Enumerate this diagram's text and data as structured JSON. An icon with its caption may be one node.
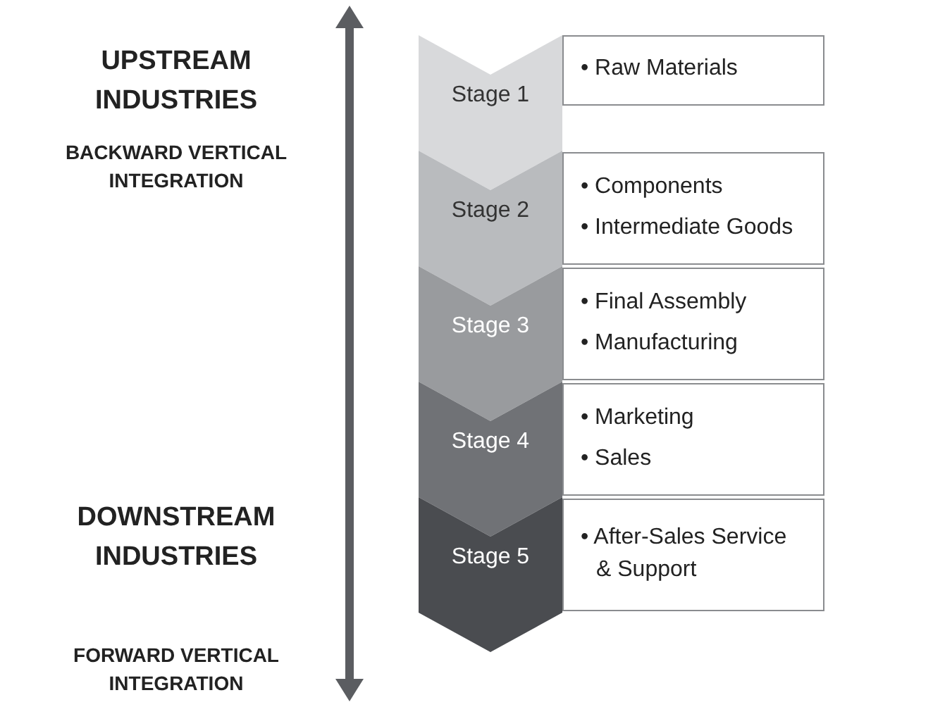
{
  "diagram": {
    "nodes": [
      {
        "text": [
          "Stage 1"
        ]
      },
      {
        "text": [
          "• Raw Materials"
        ]
      },
      {
        "text": [
          "Stage 2"
        ]
      },
      {
        "text": [
          "• Components",
          "• Intermediate Goods"
        ]
      },
      {
        "text": [
          "Stage 3"
        ]
      },
      {
        "text": [
          "• Final Assembly",
          "• Manufacturing"
        ]
      },
      {
        "text": [
          "Stage 4"
        ]
      },
      {
        "text": [
          "• Marketing",
          "• Sales"
        ]
      },
      {
        "text": [
          "Stage 5"
        ]
      },
      {
        "text": [
          "• After-Sales Service & Support"
        ]
      }
    ],
    "labels": [
      "UPSTREAM INDUSTRIES",
      "BACKWARD VERTICAL INTEGRATION",
      "DOWNSTREAM INDUSTRIES",
      "FORWARD VERTICAL INTEGRATION"
    ]
  }
}
